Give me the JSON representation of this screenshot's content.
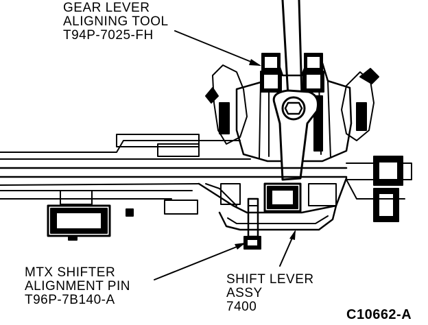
{
  "callouts": {
    "gear_lever_tool": {
      "line1": "GEAR LEVER",
      "line2": "ALIGNING TOOL",
      "line3": "T94P-7025-FH"
    },
    "shifter_pin": {
      "line1": "MTX SHIFTER",
      "line2": "ALIGNMENT PIN",
      "line3": "T96P-7B140-A"
    },
    "shift_lever_assy": {
      "line1": "SHIFT LEVER",
      "line2": "ASSY",
      "line3": "7400"
    }
  },
  "figure_code": "C10662-A",
  "colors": {
    "ink": "#000000",
    "paper": "#ffffff"
  }
}
